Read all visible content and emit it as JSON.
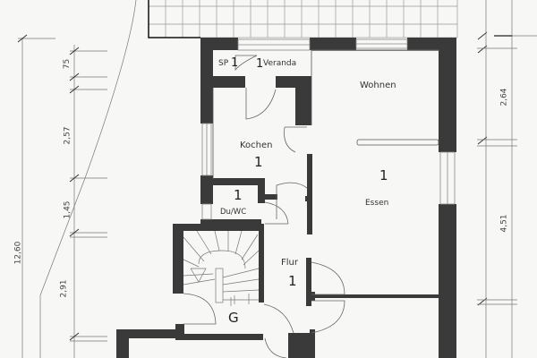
{
  "colors": {
    "paper": "#f7f7f5",
    "wall": "#3a3a3a",
    "line": "#777777",
    "text": "#333333"
  },
  "rooms": [
    {
      "id": "sp",
      "label": "SP",
      "number": "1"
    },
    {
      "id": "veranda",
      "label": "Veranda",
      "number": "1"
    },
    {
      "id": "wohnen",
      "label": "Wohnen",
      "number": ""
    },
    {
      "id": "kochen",
      "label": "Kochen",
      "number": "1"
    },
    {
      "id": "essen",
      "label": "Essen",
      "number": "1"
    },
    {
      "id": "duwc",
      "label": "Du/WC",
      "number": "1"
    },
    {
      "id": "flur",
      "label": "Flur",
      "number": "1"
    },
    {
      "id": "g",
      "label": "G",
      "number": ""
    }
  ],
  "dimensions": {
    "left_total": "12,60",
    "left_segments": [
      "75",
      "2,57",
      "1,45",
      "2,91"
    ],
    "right_segments": [
      "2,64",
      "4,51"
    ]
  }
}
